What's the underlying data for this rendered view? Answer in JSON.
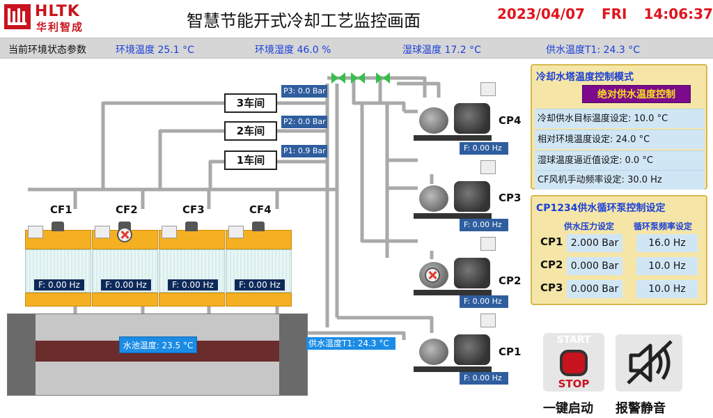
{
  "header": {
    "logo_text": "HLTK",
    "logo_sub": "华利智成",
    "title": "智慧节能开式冷却工艺监控画面",
    "date": "2023/04/07",
    "weekday": "FRI",
    "time": "14:06:37",
    "accent_color": "#e0141e"
  },
  "env": {
    "label": "当前环境状态参数",
    "ambient_temp": "环境温度 25.1 °C",
    "ambient_humidity": "环境湿度 46.0 %",
    "wet_bulb": "湿球温度 17.2 °C",
    "supply_temp": "供水温度T1: 24.3 °C"
  },
  "workshops": [
    {
      "name": "3车间",
      "pressure": "P3:  0.0 Bar"
    },
    {
      "name": "2车间",
      "pressure": "P2:  0.0 Bar"
    },
    {
      "name": "1车间",
      "pressure": "P1:  0.9 Bar"
    }
  ],
  "towers": [
    {
      "name": "CF1",
      "freq": "F: 0.00 Hz",
      "fault": false
    },
    {
      "name": "CF2",
      "freq": "F: 0.00 Hz",
      "fault": true
    },
    {
      "name": "CF3",
      "freq": "F: 0.00 Hz",
      "fault": false
    },
    {
      "name": "CF4",
      "freq": "F: 0.00 Hz",
      "fault": false
    }
  ],
  "pool": {
    "temp": "水池温度: 23.5 °C"
  },
  "supply_line": {
    "temp": "供水温度T1:  24.3 °C"
  },
  "pumps": [
    {
      "name": "CP4",
      "freq": "F: 0.00 Hz",
      "fault": false
    },
    {
      "name": "CP3",
      "freq": "F: 0.00 Hz",
      "fault": false
    },
    {
      "name": "CP2",
      "freq": "F: 0.00 Hz",
      "fault": true
    },
    {
      "name": "CP1",
      "freq": "F: 0.00 Hz",
      "fault": false
    }
  ],
  "tower_control": {
    "title": "冷却水塔温度控制模式",
    "mode": "绝对供水温度控制",
    "settings": [
      "冷却供水目标温度设定:  10.0 °C",
      "相对环境温度设定:  24.0 °C",
      "湿球温度逼近值设定:  0.0 °C",
      "CF风机手动频率设定:  30.0 Hz"
    ]
  },
  "pump_control": {
    "title": "CP1234供水循环泵控制设定",
    "col_pressure": "供水压力设定",
    "col_freq": "循环泵频率设定",
    "rows": [
      {
        "name": "CP1",
        "pressure": "2.000 Bar",
        "freq": "16.0 Hz"
      },
      {
        "name": "CP2",
        "pressure": "0.000 Bar",
        "freq": "10.0 Hz"
      },
      {
        "name": "CP3",
        "pressure": "0.000 Bar",
        "freq": "10.0 Hz"
      }
    ]
  },
  "buttons": {
    "start_top": "START",
    "start_bottom": "STOP",
    "start_caption": "一键启动",
    "mute_caption": "报警静音"
  },
  "icons": [
    "logo-icon",
    "fan-icon",
    "fault-icon",
    "pump-icon",
    "valve-icon",
    "stop-sign-icon",
    "mute-icon"
  ]
}
